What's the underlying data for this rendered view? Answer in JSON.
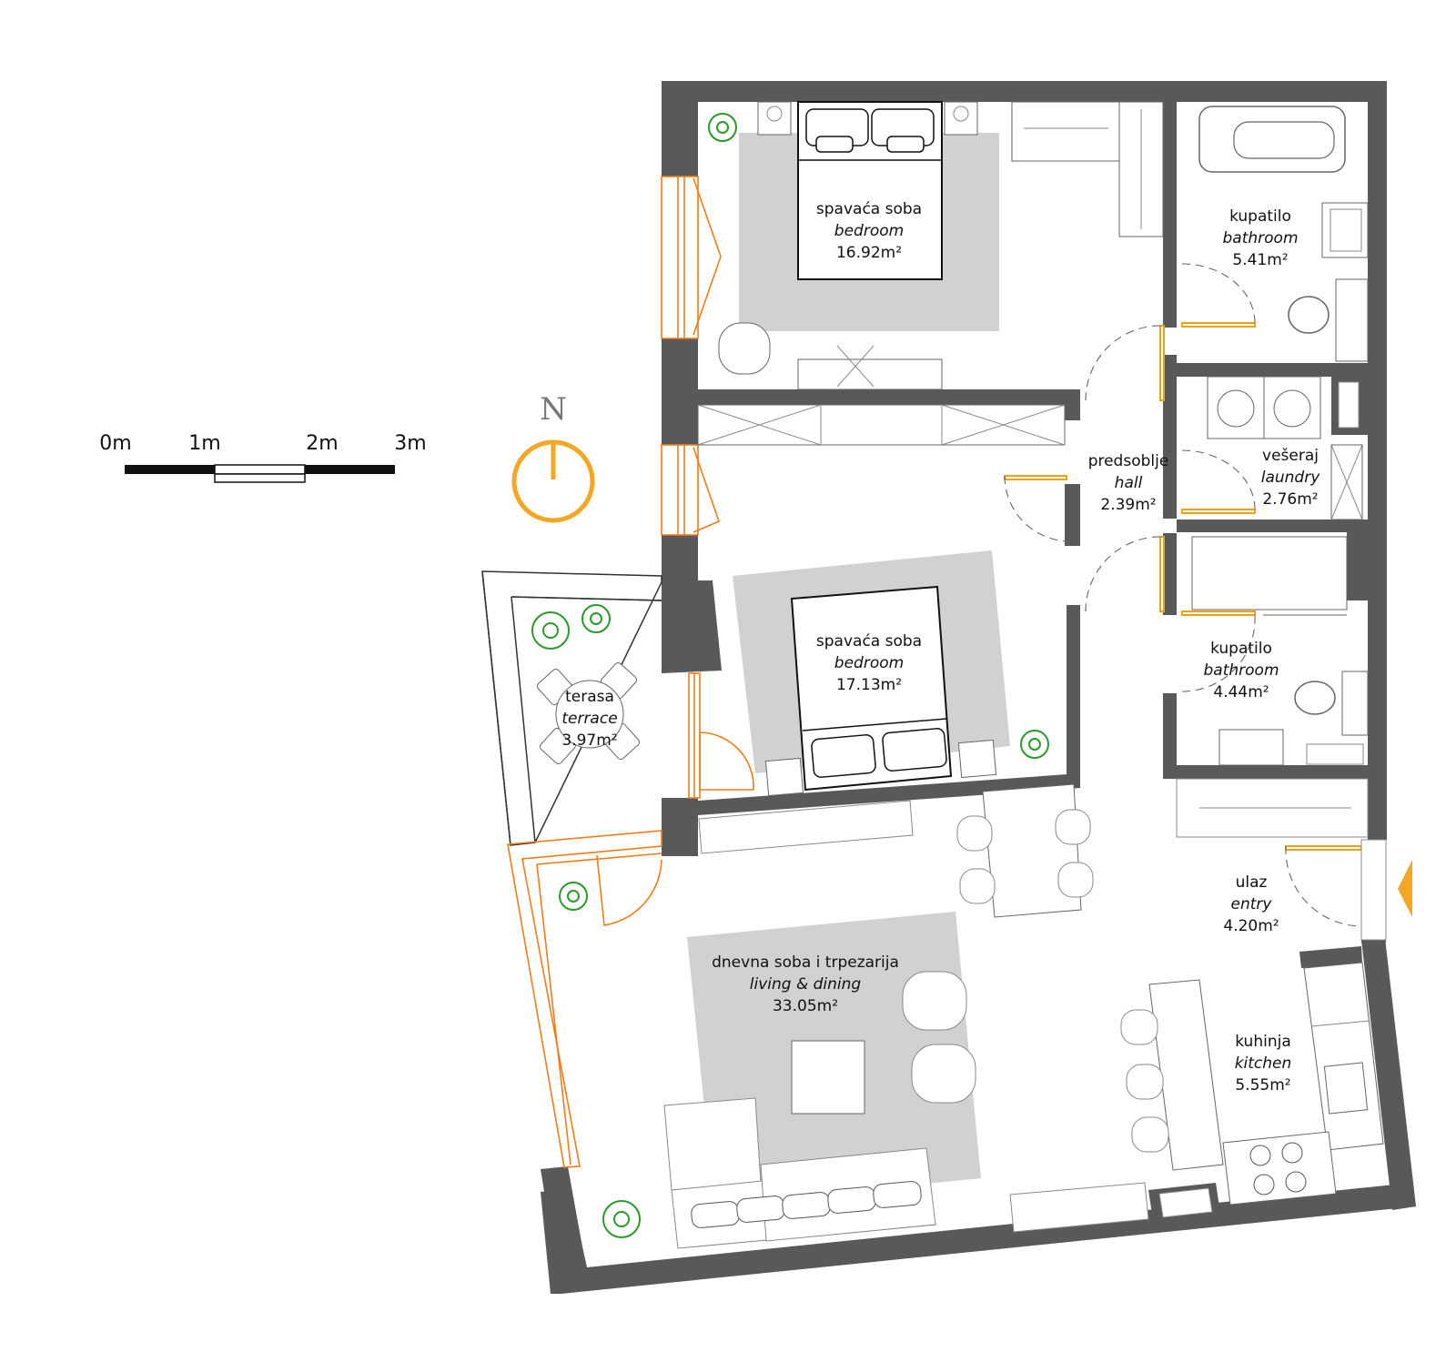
{
  "scale_bar": {
    "labels": [
      "0m",
      "1m",
      "2m",
      "3m"
    ]
  },
  "compass": {
    "label": "N",
    "color": "#f5a623"
  },
  "colors": {
    "wall": "#58595b",
    "rug": "#d1d1d1",
    "window": "#f07c1a",
    "door": "#e8a317",
    "plant": "#2a9a2a"
  },
  "icons": [
    "north-compass-icon",
    "entry-arrow-icon",
    "plant-icon",
    "bed-icon",
    "bathtub-icon",
    "toilet-icon",
    "sink-icon",
    "washing-machine-icon",
    "stove-icon",
    "sofa-icon",
    "chair-icon"
  ],
  "rooms": [
    {
      "id": "bedroom1",
      "local": "spavaća soba",
      "english": "bedroom",
      "area": "16.92m²"
    },
    {
      "id": "bathroom1",
      "local": "kupatilo",
      "english": "bathroom",
      "area": "5.41m²"
    },
    {
      "id": "hall",
      "local": "predsoblje",
      "english": "hall",
      "area": "2.39m²"
    },
    {
      "id": "laundry",
      "local": "vešeraj",
      "english": "laundry",
      "area": "2.76m²"
    },
    {
      "id": "bedroom2",
      "local": "spavaća soba",
      "english": "bedroom",
      "area": "17.13m²"
    },
    {
      "id": "bathroom2",
      "local": "kupatilo",
      "english": "bathroom",
      "area": "4.44m²"
    },
    {
      "id": "terrace",
      "local": "terasa",
      "english": "terrace",
      "area": "3.97m²"
    },
    {
      "id": "entry",
      "local": "ulaz",
      "english": "entry",
      "area": "4.20m²"
    },
    {
      "id": "living",
      "local": "dnevna soba i trpezarija",
      "english": "living & dining",
      "area": "33.05m²"
    },
    {
      "id": "kitchen",
      "local": "kuhinja",
      "english": "kitchen",
      "area": "5.55m²"
    }
  ]
}
